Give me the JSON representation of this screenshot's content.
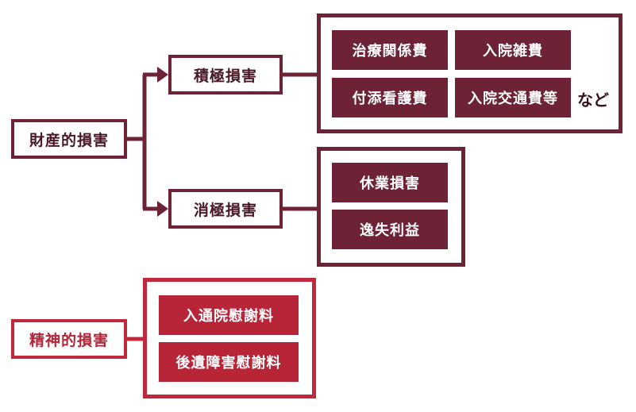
{
  "colors": {
    "property": "#6d2335",
    "mental": "#c0293d"
  },
  "property_damage": {
    "label": "財産的損害",
    "active": {
      "label": "積極損害",
      "items": [
        "治療関係費",
        "入院雑費",
        "付添看護費",
        "入院交通費等"
      ],
      "suffix": "など"
    },
    "passive": {
      "label": "消極損害",
      "items": [
        "休業損害",
        "逸失利益"
      ]
    }
  },
  "mental_damage": {
    "label": "精神的損害",
    "items": [
      "入通院慰謝料",
      "後遺障害慰謝料"
    ]
  }
}
